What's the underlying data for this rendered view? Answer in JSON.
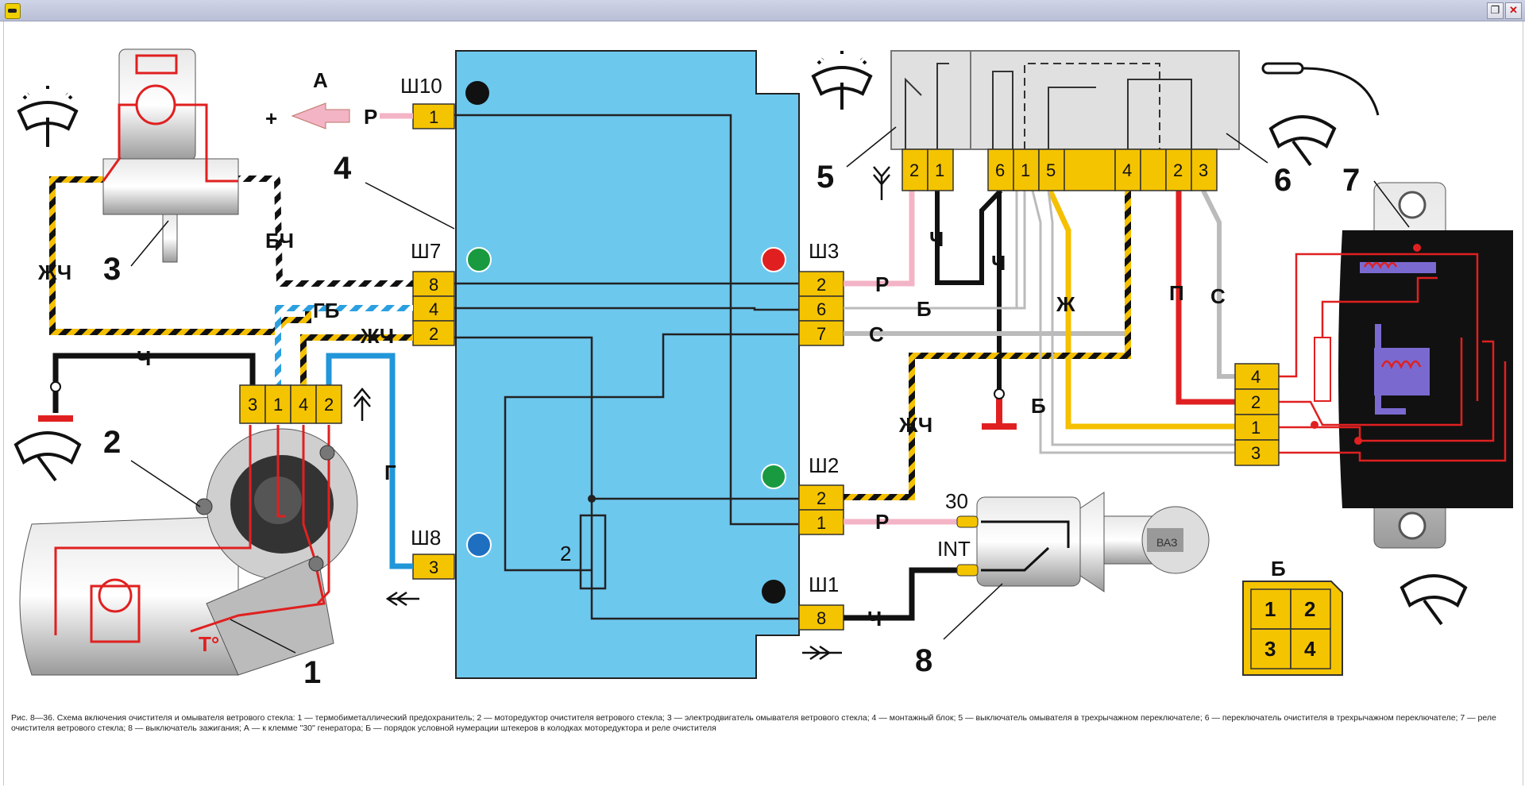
{
  "window": {
    "restore_icon": "restore-icon",
    "close_icon": "close-icon"
  },
  "connectors": {
    "sh10": "Ш10",
    "sh7": "Ш7",
    "sh8": "Ш8",
    "sh3": "Ш3",
    "sh2": "Ш2",
    "sh1": "Ш1"
  },
  "pins": {
    "sh10_1": "1",
    "sh7_8": "8",
    "sh7_4": "4",
    "sh7_2": "2",
    "sh8_3": "3",
    "sh3_2": "2",
    "sh3_6": "6",
    "sh3_7": "7",
    "sh2_2": "2",
    "sh2_1": "1",
    "sh1_8": "8",
    "motor": [
      "3",
      "1",
      "4",
      "2"
    ],
    "switch": [
      "2",
      "1",
      "6",
      "1",
      "5",
      "4",
      "2",
      "3"
    ],
    "relay": [
      "4",
      "2",
      "1",
      "3"
    ],
    "legend_b": [
      "1",
      "2",
      "3",
      "4"
    ]
  },
  "wires": {
    "r1": "Р",
    "r2": "Р",
    "r3": "Р",
    "b1": "Б",
    "b2": "Б",
    "s1": "С",
    "s2": "С",
    "ch1": "Ч",
    "ch2": "Ч",
    "ch3": "Ч",
    "ch4": "Ч",
    "bch": "БЧ",
    "gb": "ГБ",
    "zhch1": "ЖЧ",
    "zhch2": "ЖЧ",
    "zhch3": "ЖЧ",
    "zh": "Ж",
    "p": "П",
    "g": "Г"
  },
  "labels": {
    "n1": "1",
    "n2": "2",
    "n3": "3",
    "n4": "4",
    "n5": "5",
    "n6": "6",
    "n7": "7",
    "n8": "8",
    "a": "А",
    "b": "Б",
    "plus": "+",
    "fuse": "2",
    "t": "T°",
    "k30": "30",
    "kint": "INT",
    "key": "ВАЗ"
  },
  "caption": "Рис. 8—36. Схема включения очистителя и омывателя ветрового стекла: 1 — термобиметаллический предохранитель; 2 — моторедуктор очистителя ветрового стекла; 3 — электродвигатель омывателя ветрового стекла; 4 — монтажный блок; 5 — выключатель омывателя в трехрычажном переключателе; 6 — переключатель очистителя в трехрычажном переключателе; 7 — реле очистителя ветрового стекла; 8 — выключатель зажигания; А — к клемме \"30\" генератора; Б — порядок условной нумерации штекеров в колодках моторедуктора и реле очистителя",
  "colors": {
    "block": "#6dc8ee",
    "pin_yellow": "#f5c400",
    "wire_red": "#e0202a",
    "wire_pink": "#f3b4c6",
    "wire_blue": "#2196d8",
    "wire_yellow": "#f5c000",
    "wire_gray": "#b8b8b8",
    "titlebar": "#c8cde0"
  }
}
